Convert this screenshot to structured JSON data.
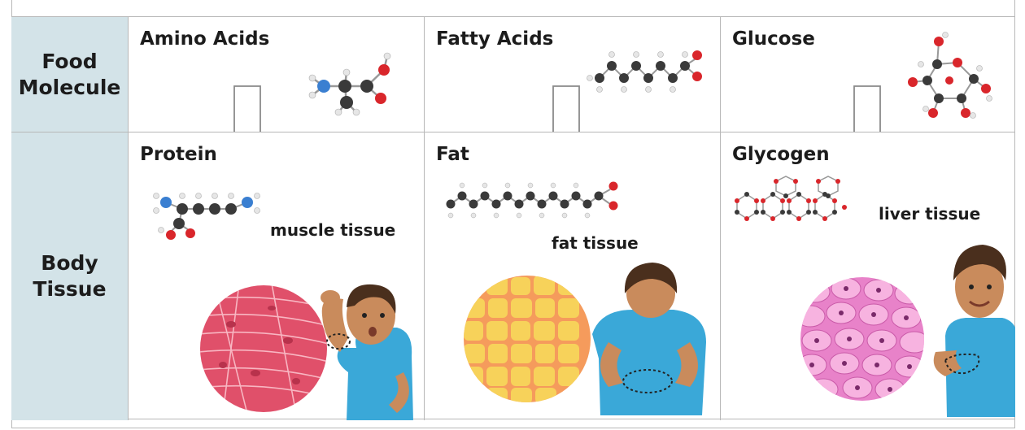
{
  "rows": {
    "food": "Food\nMolecule",
    "body": "Body\nTissue"
  },
  "columns": [
    {
      "food": "Amino Acids",
      "body": "Protein",
      "tissue": "muscle tissue"
    },
    {
      "food": "Fatty Acids",
      "body": "Fat",
      "tissue": "fat tissue"
    },
    {
      "food": "Glucose",
      "body": "Glycogen",
      "tissue": "liver tissue"
    }
  ],
  "atoms": {
    "n": "N",
    "c": "C",
    "o": "O",
    "h": "H"
  },
  "colors": {
    "header_bg": "#d3e3e8",
    "border": "#b7b7b7",
    "carbon": "#3a3a3a",
    "oxygen": "#d9262b",
    "nitrogen": "#3a7fd1",
    "hydrogen": "#e6e6e6",
    "muscle": "#e0506a",
    "fat": "#f5c23c",
    "liver": "#f28fcf",
    "shirt": "#3aa8d8"
  }
}
